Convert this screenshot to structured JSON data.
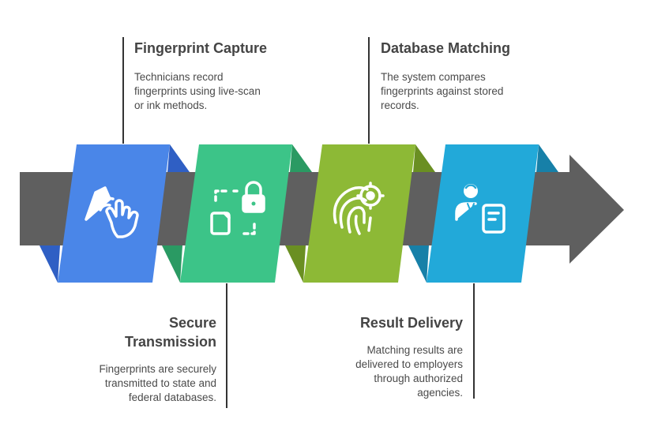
{
  "steps": [
    {
      "title": "Fingerprint Capture",
      "description": "Technicians record\nfingerprints using live-scan\nor ink methods.",
      "icon": "hand-scan-icon",
      "color": "#4a86e8",
      "fold_color": "#2f5fc4"
    },
    {
      "title": "Secure\nTransmission",
      "description": "Fingerprints are securely\ntransmitted to state and\nfederal databases.",
      "icon": "secure-file-lock-icon",
      "color": "#3cc488",
      "fold_color": "#2a9a63"
    },
    {
      "title": "Database Matching",
      "description": "The system compares\nfingerprints against stored\nrecords.",
      "icon": "fingerprint-target-icon",
      "color": "#8db936",
      "fold_color": "#6a8f22"
    },
    {
      "title": "Result Delivery",
      "description": "Matching results are\ndelivered to employers\nthrough authorized\nagencies.",
      "icon": "person-document-icon",
      "color": "#22a9d9",
      "fold_color": "#1780a8"
    }
  ],
  "arrow_color": "#5f5f5f"
}
